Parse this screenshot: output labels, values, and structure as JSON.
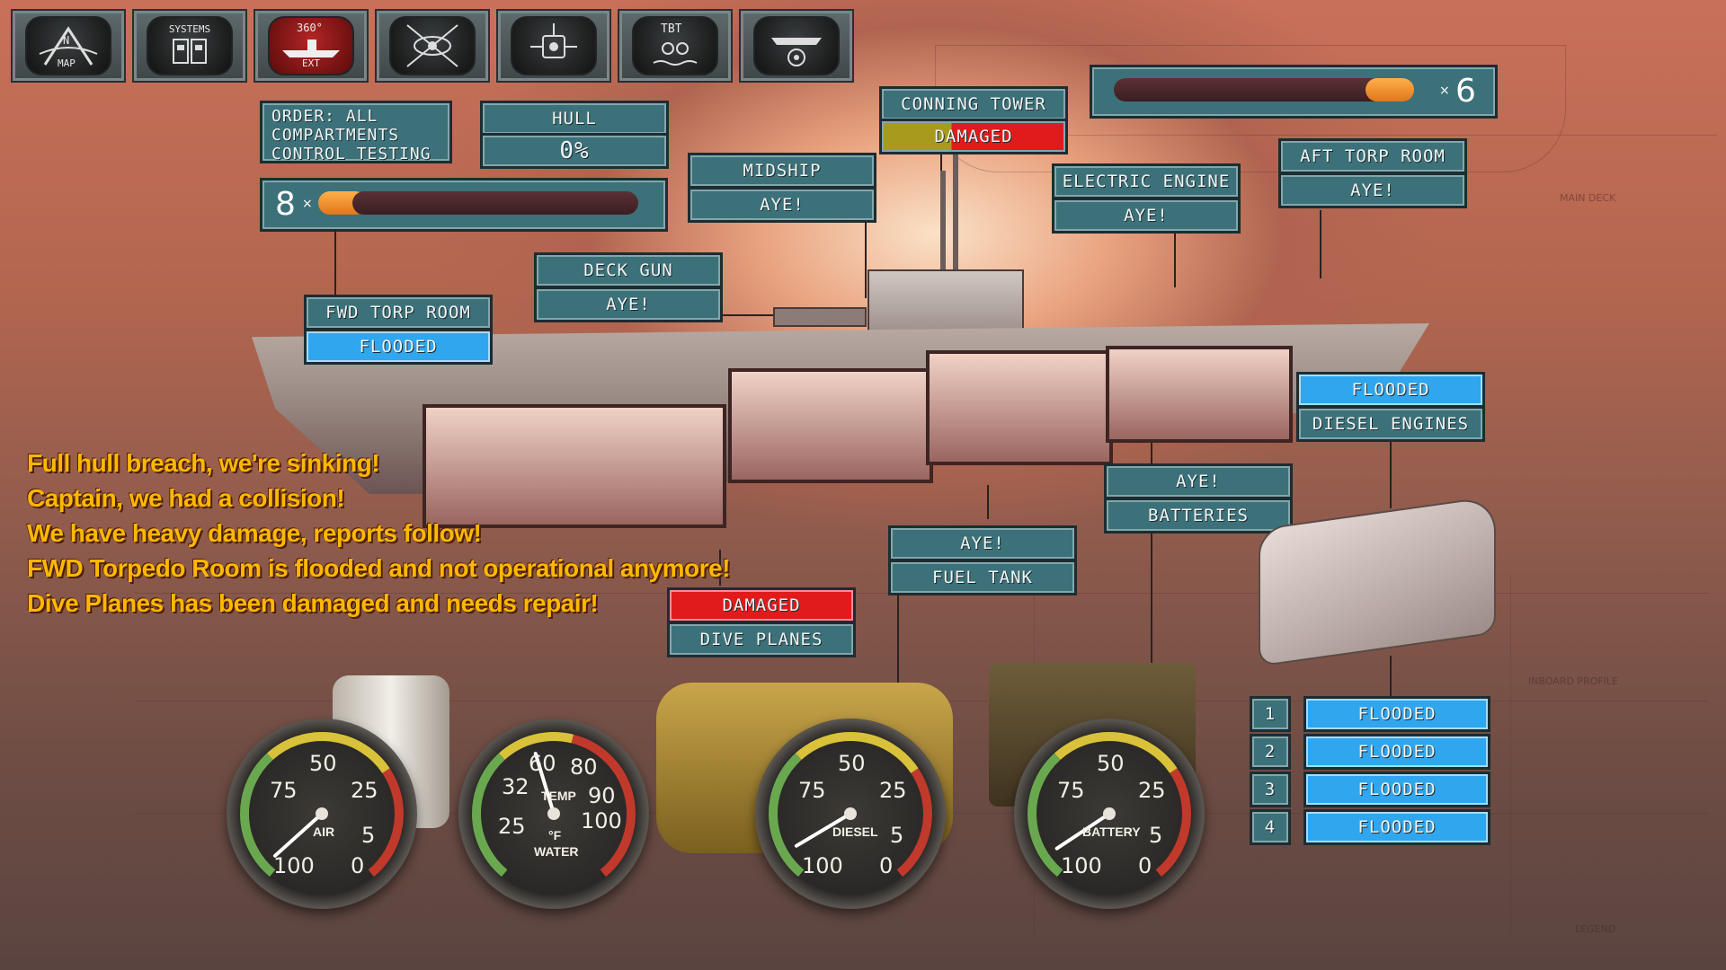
{
  "toolbar": [
    {
      "name": "map-tool-button",
      "label": "MAP",
      "top": "N"
    },
    {
      "name": "systems-tool-button",
      "label": "SYSTEMS"
    },
    {
      "name": "exterior-view-button",
      "label": "EXT",
      "top": "360°"
    },
    {
      "name": "periscope-tool-button"
    },
    {
      "name": "torpedo-tube-tool-button"
    },
    {
      "name": "tbt-tool-button",
      "label": "TBT"
    },
    {
      "name": "ship-target-tool-button"
    }
  ],
  "order": "ORDER: ALL COMPARTMENTS CONTROL TESTING",
  "hull": {
    "label": "HULL",
    "value": "0%"
  },
  "torpedoes": {
    "fwd_count": "8",
    "aft_count": "6",
    "x": "×"
  },
  "compartments": {
    "fwd_torp": {
      "label": "FWD TORP ROOM",
      "status": "FLOODED"
    },
    "deck_gun": {
      "label": "DECK GUN",
      "status": "AYE!"
    },
    "midship": {
      "label": "MIDSHIP",
      "status": "AYE!"
    },
    "conning_tower": {
      "label": "CONNING TOWER",
      "status": "DAMAGED"
    },
    "electric_engine": {
      "label": "ELECTRIC ENGINE",
      "status": "AYE!"
    },
    "aft_torp": {
      "label": "AFT TORP ROOM",
      "status": "AYE!"
    },
    "diesel_engines": {
      "label": "DIESEL ENGINES",
      "status": "FLOODED"
    },
    "batteries": {
      "label": "BATTERIES",
      "status": "AYE!"
    },
    "fuel_tank": {
      "label": "FUEL TANK",
      "status": "AYE!"
    },
    "dive_planes": {
      "label": "DIVE PLANES",
      "status": "DAMAGED"
    }
  },
  "engines": [
    {
      "num": "1",
      "status": "FLOODED"
    },
    {
      "num": "2",
      "status": "FLOODED"
    },
    {
      "num": "3",
      "status": "FLOODED"
    },
    {
      "num": "4",
      "status": "FLOODED"
    }
  ],
  "messages": [
    "Full hull breach, we're sinking!",
    "Captain, we had a collision!",
    "We have heavy damage, reports follow!",
    "FWD Torpedo Room is flooded and not operational anymore!",
    "Dive Planes has been damaged and needs repair!"
  ],
  "gauges": {
    "air": {
      "name": "AIR",
      "ticks": [
        "50",
        "75",
        "25",
        "100",
        "5",
        "0"
      ],
      "level": 0.97
    },
    "temp": {
      "name": "TEMP",
      "sub": "°F",
      "sub2": "WATER",
      "ticks": [
        "60",
        "80",
        "32",
        "90",
        "25",
        "100"
      ],
      "value_f": 58
    },
    "diesel": {
      "name": "DIESEL",
      "ticks": [
        "50",
        "75",
        "25",
        "100",
        "5",
        "0"
      ],
      "level": 0.93
    },
    "battery": {
      "name": "BATTERY",
      "ticks": [
        "50",
        "75",
        "25",
        "100",
        "5",
        "0"
      ],
      "level": 0.94
    }
  },
  "blueprint": {
    "labels": [
      "MAIN DECK",
      "INBOARD PROFILE",
      "LEGEND"
    ]
  },
  "colors": {
    "panel": "#3c7179",
    "flooded": "#2fa6ee",
    "damaged": "#e11b1b",
    "message": "#ffb800"
  }
}
